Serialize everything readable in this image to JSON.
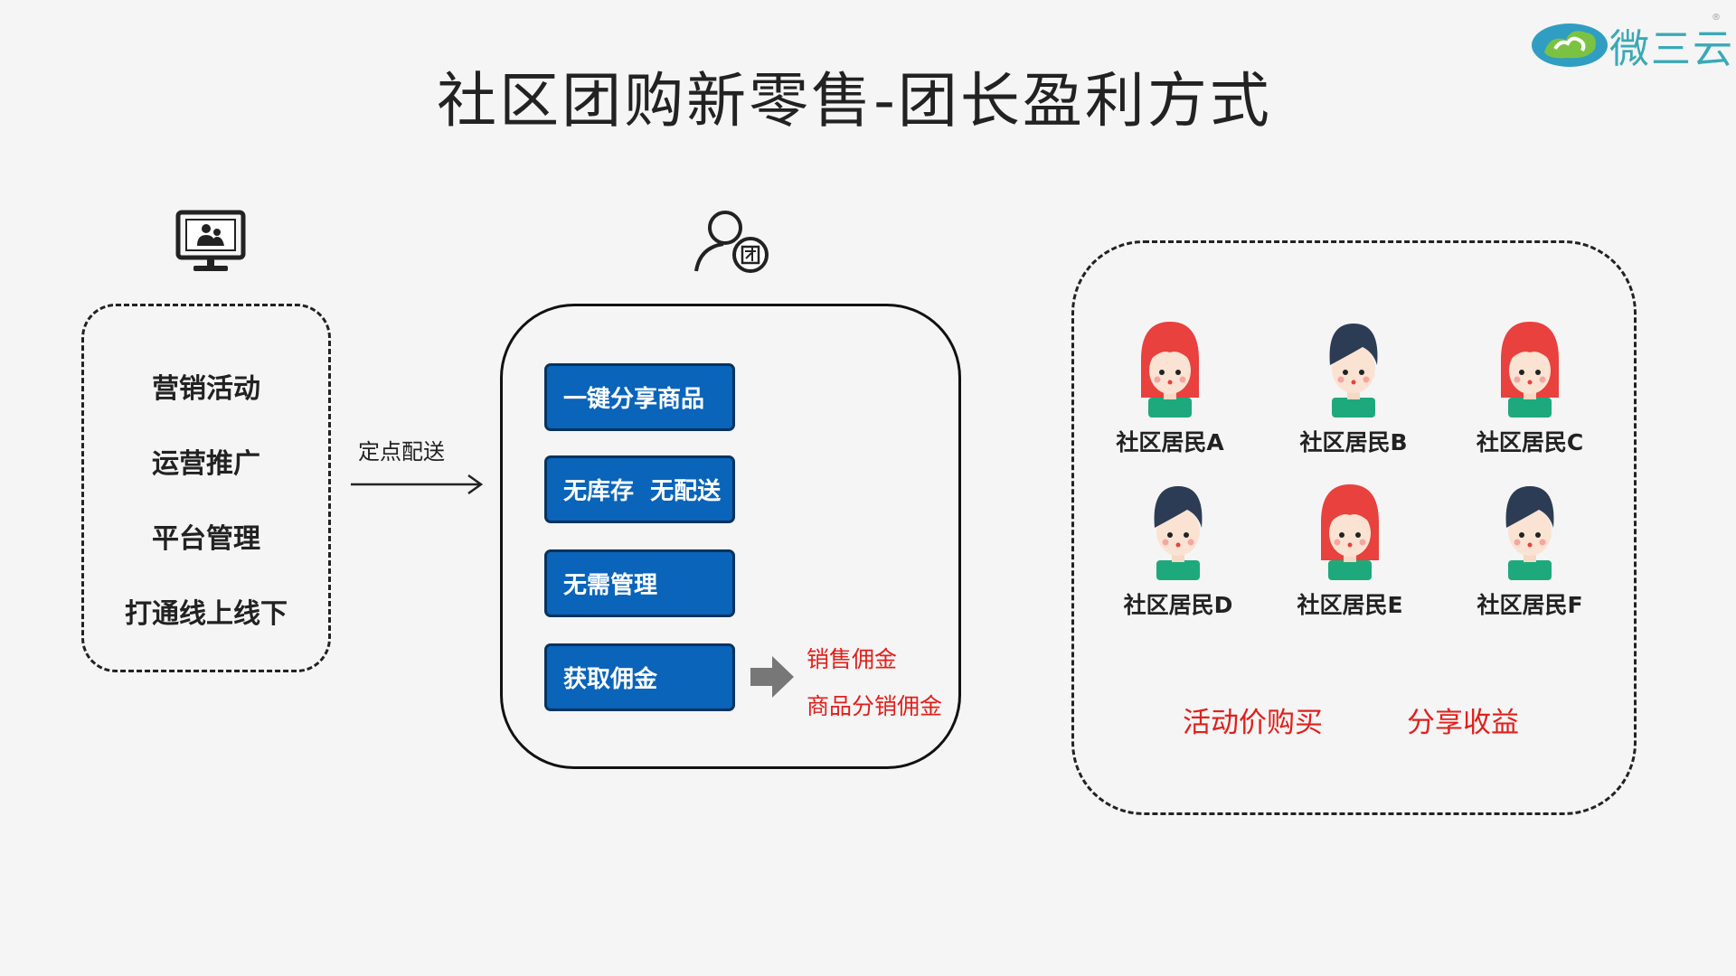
{
  "title": "社区团购新零售-团长盈利方式",
  "logo": {
    "text": "微三云",
    "mark": "®"
  },
  "left_panel": {
    "icon": "monitor-presentation-icon",
    "items": [
      "营销活动",
      "运营推广",
      "平台管理",
      "打通线上线下"
    ]
  },
  "arrow_label": "定点配送",
  "middle_panel": {
    "icon": "group-leader-icon",
    "icon_badge": "团",
    "buttons": [
      "一键分享商品",
      "无库存  无配送",
      "无需管理",
      "获取佣金"
    ],
    "commission_items": [
      "销售佣金",
      "商品分销佣金"
    ]
  },
  "right_panel": {
    "residents": [
      {
        "label": "社区居民A",
        "avatar": "female-avatar-icon"
      },
      {
        "label": "社区居民B",
        "avatar": "male-avatar-icon"
      },
      {
        "label": "社区居民C",
        "avatar": "female-avatar-icon"
      },
      {
        "label": "社区居民D",
        "avatar": "male-avatar-icon"
      },
      {
        "label": "社区居民E",
        "avatar": "female-avatar-icon"
      },
      {
        "label": "社区居民F",
        "avatar": "male-avatar-icon"
      }
    ],
    "benefits": [
      "活动价购买",
      "分享收益"
    ]
  },
  "colors": {
    "button_blue": "#0a64b9",
    "accent_red": "#e0201c",
    "hair_red": "#e8413e",
    "hair_dark": "#2d3c55",
    "shirt_green": "#1ea97c",
    "logo_teal": "#3aa9b6"
  }
}
